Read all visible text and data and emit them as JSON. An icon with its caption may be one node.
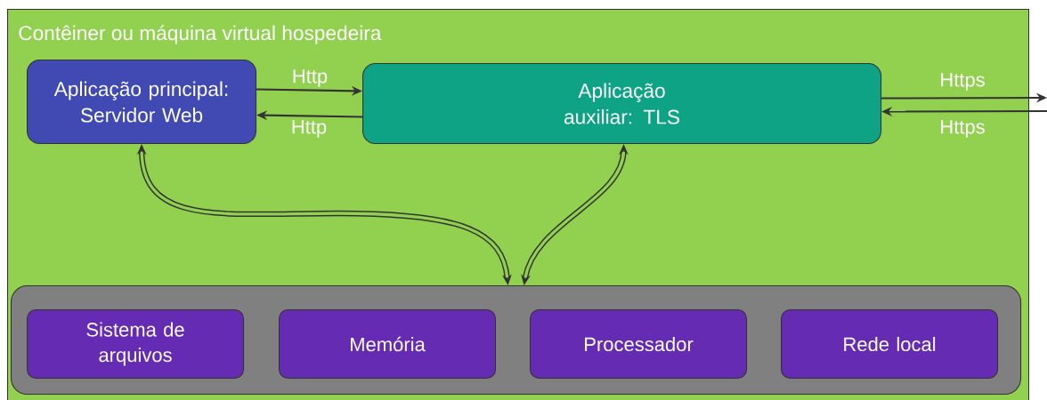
{
  "diagram": {
    "nodes": [
      {
        "text": [
          "Contêiner ou máquina virtual hospedeira"
        ]
      },
      {
        "text": [
          "Aplicação principal: Servidor Web"
        ],
        "in": 0
      },
      {
        "text": [
          "Aplicação auxiliar: TLS"
        ],
        "in": 0
      },
      {
        "text": [],
        "shape": "box",
        "in": 0
      },
      {
        "text": [
          "Sistema de arquivos"
        ],
        "in": 3
      },
      {
        "text": [
          "Memória"
        ],
        "in": 3
      },
      {
        "text": [
          "Processador"
        ],
        "in": 3
      },
      {
        "text": [
          "Rede local"
        ],
        "in": 3
      }
    ],
    "edges": [
      {
        "from": 1,
        "to": 2,
        "arrow": "to",
        "label": "Http"
      },
      {
        "from": 2,
        "to": 1,
        "arrow": "to",
        "label": "Http"
      },
      {
        "from": 2,
        "to": null,
        "arrow": "to",
        "label": "Https"
      },
      {
        "from": null,
        "to": 2,
        "arrow": "to",
        "label": "Https"
      },
      {
        "from": 1,
        "to": 3,
        "arrow": "both",
        "style": "thick"
      },
      {
        "from": 2,
        "to": 3,
        "arrow": "both",
        "style": "thick"
      }
    ]
  }
}
